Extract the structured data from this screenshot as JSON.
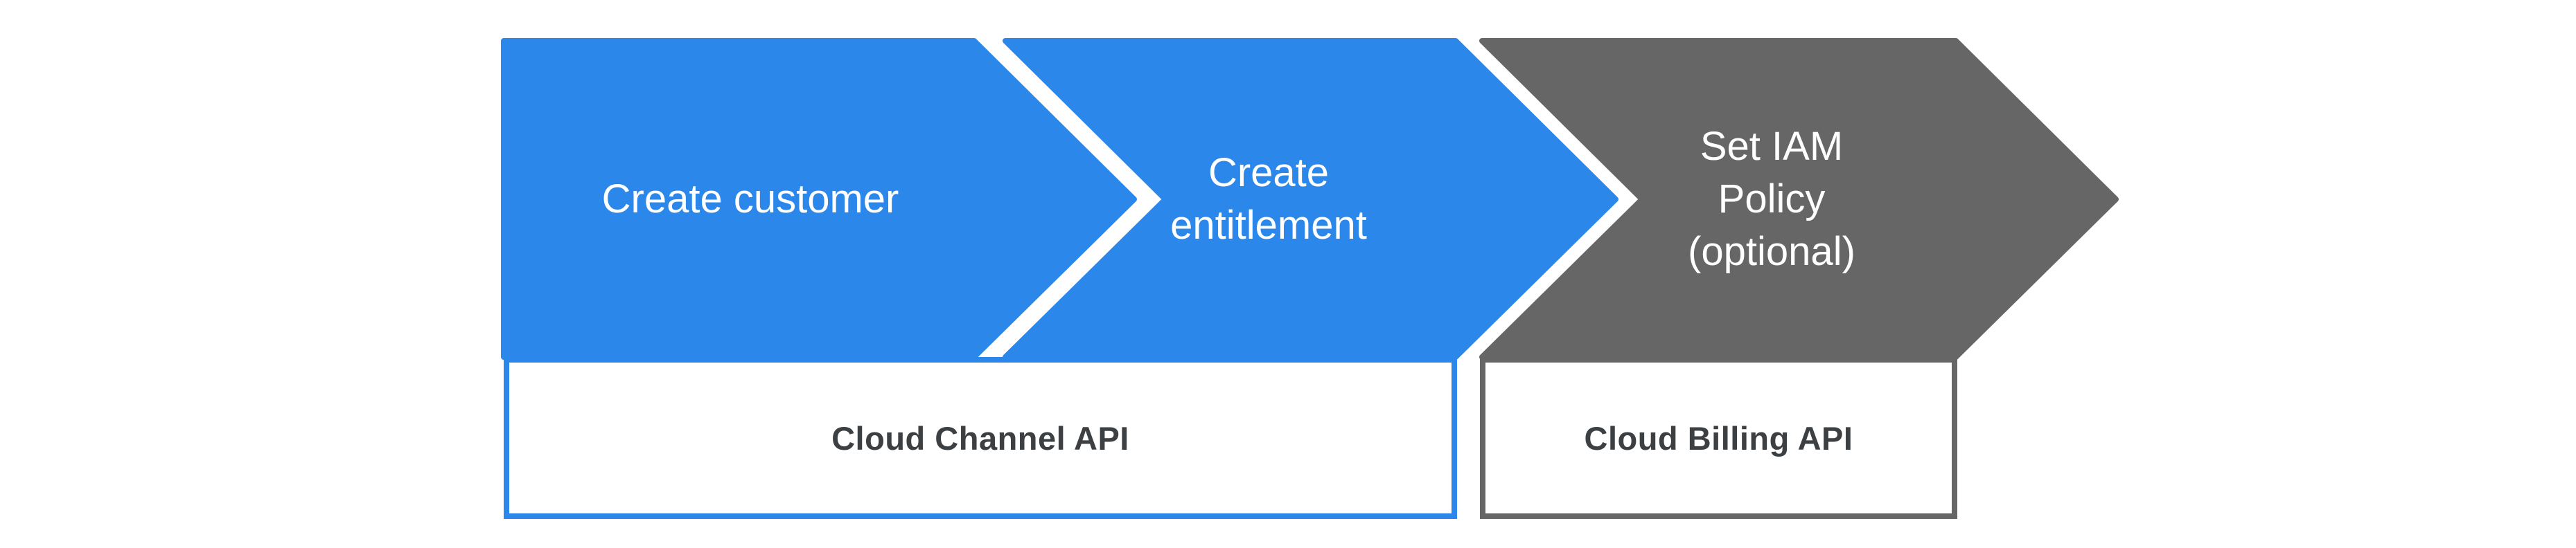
{
  "canvas": {
    "background": "#ffffff"
  },
  "steps": [
    {
      "label": "Create customer",
      "fill": "#2c87ea",
      "text_color": "#ffffff"
    },
    {
      "label": "Create\nentitlement",
      "fill": "#2c87ea",
      "text_color": "#ffffff"
    },
    {
      "label": "Set IAM\nPolicy\n(optional)",
      "fill": "#666666",
      "text_color": "#ffffff"
    }
  ],
  "api_boxes": [
    {
      "label": "Cloud Channel API",
      "border_color": "#2c87ea",
      "fill": "#ffffff",
      "text_color": "#3c4043"
    },
    {
      "label": "Cloud Billing API",
      "border_color": "#666666",
      "fill": "#ffffff",
      "text_color": "#3c4043"
    }
  ]
}
